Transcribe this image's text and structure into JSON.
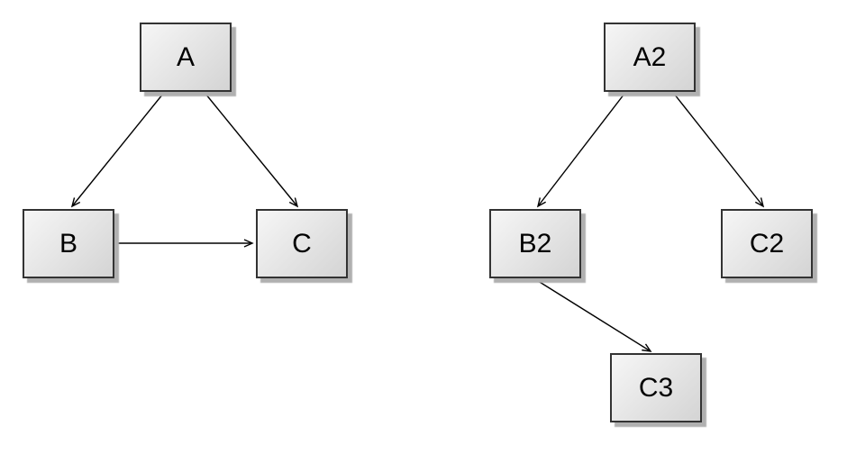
{
  "colors": {
    "background": "#ffffff",
    "node_fill_light": "#f6f6f6",
    "node_fill_dark": "#d4d4d4",
    "node_border": "#333333",
    "edge": "#000000",
    "shadow": "#b0b0b0",
    "text": "#000000"
  },
  "diagrams": [
    {
      "id": "left-graph",
      "nodes": [
        {
          "id": "A",
          "label": "A"
        },
        {
          "id": "B",
          "label": "B"
        },
        {
          "id": "C",
          "label": "C"
        }
      ],
      "edges": [
        {
          "from": "A",
          "to": "B"
        },
        {
          "from": "A",
          "to": "C"
        },
        {
          "from": "B",
          "to": "C"
        }
      ]
    },
    {
      "id": "right-graph",
      "nodes": [
        {
          "id": "A2",
          "label": "A2"
        },
        {
          "id": "B2",
          "label": "B2"
        },
        {
          "id": "C2",
          "label": "C2"
        },
        {
          "id": "C3",
          "label": "C3"
        }
      ],
      "edges": [
        {
          "from": "A2",
          "to": "B2"
        },
        {
          "from": "A2",
          "to": "C2"
        },
        {
          "from": "B2",
          "to": "C3"
        }
      ]
    }
  ]
}
